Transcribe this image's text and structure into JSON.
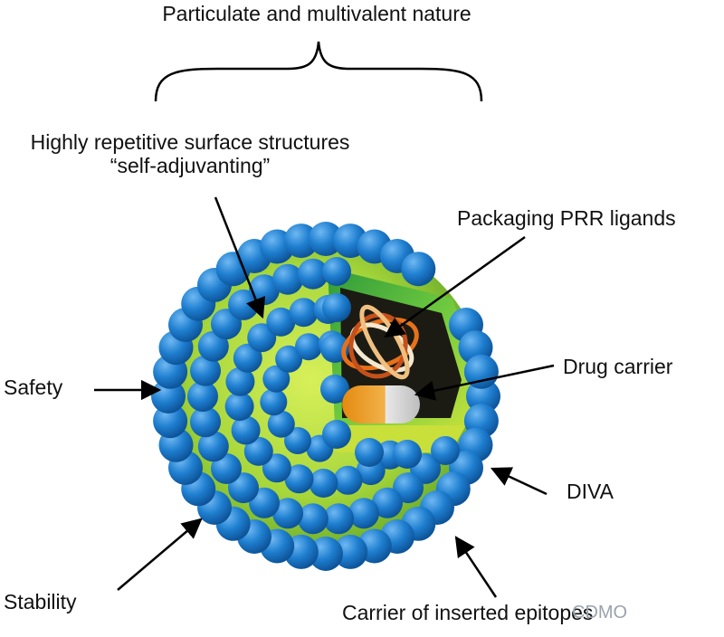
{
  "labels": {
    "title": "Particulate and multivalent nature",
    "surface_line1": "Highly repetitive surface structures",
    "surface_line2": "“self-adjuvanting”",
    "prr": "Packaging PRR ligands",
    "drug": "Drug carrier",
    "safety": "Safety",
    "diva": "DIVA",
    "stability": "Stability",
    "carrier": "Carrier of inserted epitopes",
    "watermark": "CDMO"
  },
  "colors": {
    "capsomer": "#1f7fd0",
    "capsomer_dark": "#0b4f93",
    "core": "#a6d63a",
    "shell_green": "#3ea83a",
    "capsule_orange": "#e48a10",
    "rna_orange": "#e7711a"
  }
}
